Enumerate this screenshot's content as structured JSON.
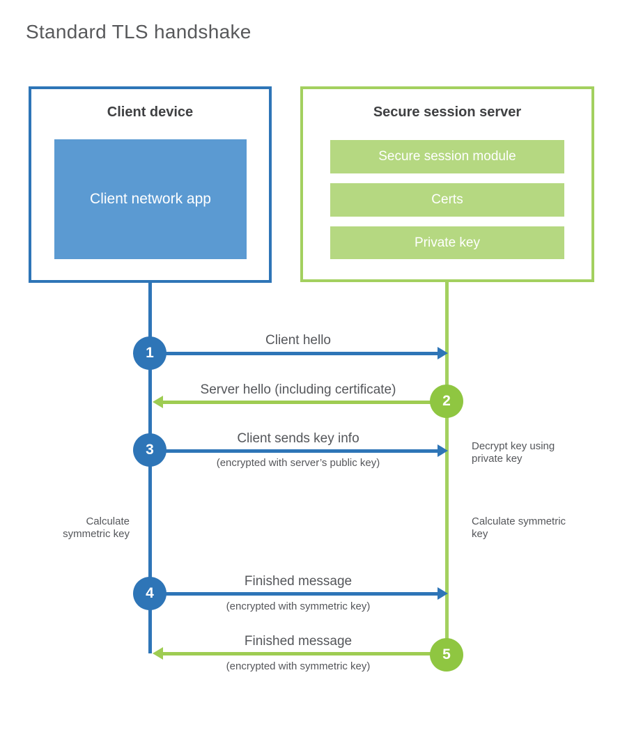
{
  "title": "Standard TLS handshake",
  "colors": {
    "blue": "#2e75b7",
    "blue_light": "#5b9ad2",
    "green_line": "#a3d05f",
    "green_circle": "#8fc641",
    "green_bar": "#b5d881",
    "text_dark": "#3f4042",
    "text_gray": "#54565a"
  },
  "client_box": {
    "title": "Client device",
    "app_label": "Client network app"
  },
  "server_box": {
    "title": "Secure session server",
    "modules": [
      "Secure session module",
      "Certs",
      "Private key"
    ]
  },
  "steps": [
    {
      "number": "1",
      "from": "client",
      "to": "server",
      "label": "Client hello",
      "sublabel": ""
    },
    {
      "number": "2",
      "from": "server",
      "to": "client",
      "label": "Server hello (including certificate)",
      "sublabel": ""
    },
    {
      "number": "3",
      "from": "client",
      "to": "server",
      "label": "Client sends key info",
      "sublabel": "(encrypted with server’s public key)"
    },
    {
      "number": "4",
      "from": "client",
      "to": "server",
      "label": "Finished message",
      "sublabel": "(encrypted with symmetric key)"
    },
    {
      "number": "5",
      "from": "server",
      "to": "client",
      "label": "Finished message",
      "sublabel": "(encrypted with symmetric key)"
    }
  ],
  "side_notes": {
    "decrypt": "Decrypt key using private key",
    "calculate_left": "Calculate symmetric key",
    "calculate_right": "Calculate symmetric key"
  }
}
